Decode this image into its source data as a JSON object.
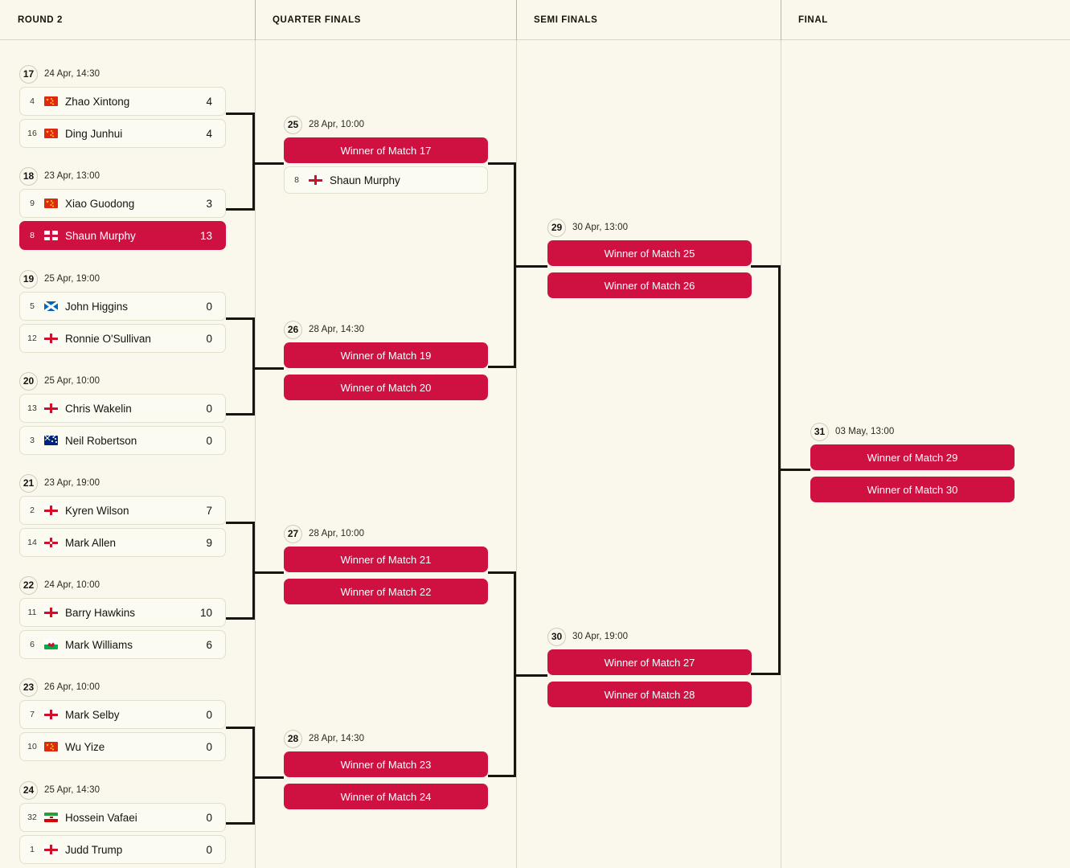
{
  "columns": [
    {
      "label": "ROUND 2"
    },
    {
      "label": "QUARTER FINALS"
    },
    {
      "label": "SEMI FINALS"
    },
    {
      "label": "FINAL"
    }
  ],
  "colors": {
    "page_background": "#FAF8EC",
    "accent_crimson": "#CE1141",
    "row_background": "#FCFBF2",
    "connector": "#16150F",
    "text": "#15130D"
  },
  "matches": [
    {
      "number": "17",
      "time": "24 Apr, 14:30",
      "players": [
        {
          "seed": "4",
          "name": "Zhao Xintong",
          "flag": "flag-china",
          "score": "4",
          "winner": false
        },
        {
          "seed": "16",
          "name": "Ding Junhui",
          "flag": "flag-china",
          "score": "4",
          "winner": false
        }
      ]
    },
    {
      "number": "18",
      "time": "23 Apr, 13:00",
      "players": [
        {
          "seed": "9",
          "name": "Xiao Guodong",
          "flag": "flag-china",
          "score": "3",
          "winner": false
        },
        {
          "seed": "8",
          "name": "Shaun Murphy",
          "flag": "flag-england",
          "score": "13",
          "winner": true
        }
      ]
    },
    {
      "number": "19",
      "time": "25 Apr, 19:00",
      "players": [
        {
          "seed": "5",
          "name": "John Higgins",
          "flag": "flag-scotland",
          "score": "0",
          "winner": false
        },
        {
          "seed": "12",
          "name": "Ronnie O'Sullivan",
          "flag": "flag-england",
          "score": "0",
          "winner": false
        }
      ]
    },
    {
      "number": "20",
      "time": "25 Apr, 10:00",
      "players": [
        {
          "seed": "13",
          "name": "Chris Wakelin",
          "flag": "flag-england",
          "score": "0",
          "winner": false
        },
        {
          "seed": "3",
          "name": "Neil Robertson",
          "flag": "flag-australia",
          "score": "0",
          "winner": false
        }
      ]
    },
    {
      "number": "21",
      "time": "23 Apr, 19:00",
      "players": [
        {
          "seed": "2",
          "name": "Kyren Wilson",
          "flag": "flag-england",
          "score": "7",
          "winner": false
        },
        {
          "seed": "14",
          "name": "Mark Allen",
          "flag": "flag-northern-ireland",
          "score": "9",
          "winner": false
        }
      ]
    },
    {
      "number": "22",
      "time": "24 Apr, 10:00",
      "players": [
        {
          "seed": "11",
          "name": "Barry Hawkins",
          "flag": "flag-england",
          "score": "10",
          "winner": false
        },
        {
          "seed": "6",
          "name": "Mark Williams",
          "flag": "flag-wales",
          "score": "6",
          "winner": false
        }
      ]
    },
    {
      "number": "23",
      "time": "26 Apr, 10:00",
      "players": [
        {
          "seed": "7",
          "name": "Mark Selby",
          "flag": "flag-england",
          "score": "0",
          "winner": false
        },
        {
          "seed": "10",
          "name": "Wu Yize",
          "flag": "flag-china",
          "score": "0",
          "winner": false
        }
      ]
    },
    {
      "number": "24",
      "time": "25 Apr, 14:30",
      "players": [
        {
          "seed": "32",
          "name": "Hossein Vafaei",
          "flag": "flag-iran",
          "score": "0",
          "winner": false
        },
        {
          "seed": "1",
          "name": "Judd Trump",
          "flag": "flag-england",
          "score": "0",
          "winner": false
        }
      ]
    },
    {
      "number": "25",
      "time": "28 Apr, 10:00",
      "slots": [
        {
          "type": "placeholder",
          "label": "Winner of Match 17"
        },
        {
          "type": "player",
          "seed": "8",
          "name": "Shaun Murphy",
          "flag": "flag-england",
          "score": "",
          "winner": false
        }
      ]
    },
    {
      "number": "26",
      "time": "28 Apr, 14:30",
      "slots": [
        {
          "type": "placeholder",
          "label": "Winner of Match 19"
        },
        {
          "type": "placeholder",
          "label": "Winner of Match 20"
        }
      ]
    },
    {
      "number": "27",
      "time": "28 Apr, 10:00",
      "slots": [
        {
          "type": "placeholder",
          "label": "Winner of Match 21"
        },
        {
          "type": "placeholder",
          "label": "Winner of Match 22"
        }
      ]
    },
    {
      "number": "28",
      "time": "28 Apr, 14:30",
      "slots": [
        {
          "type": "placeholder",
          "label": "Winner of Match 23"
        },
        {
          "type": "placeholder",
          "label": "Winner of Match 24"
        }
      ]
    },
    {
      "number": "29",
      "time": "30 Apr, 13:00",
      "slots": [
        {
          "type": "placeholder",
          "label": "Winner of Match 25"
        },
        {
          "type": "placeholder",
          "label": "Winner of Match 26"
        }
      ]
    },
    {
      "number": "30",
      "time": "30 Apr, 19:00",
      "slots": [
        {
          "type": "placeholder",
          "label": "Winner of Match 27"
        },
        {
          "type": "placeholder",
          "label": "Winner of Match 28"
        }
      ]
    },
    {
      "number": "31",
      "time": "03 May, 13:00",
      "slots": [
        {
          "type": "placeholder",
          "label": "Winner of Match 29"
        },
        {
          "type": "placeholder",
          "label": "Winner of Match 30"
        }
      ]
    }
  ]
}
